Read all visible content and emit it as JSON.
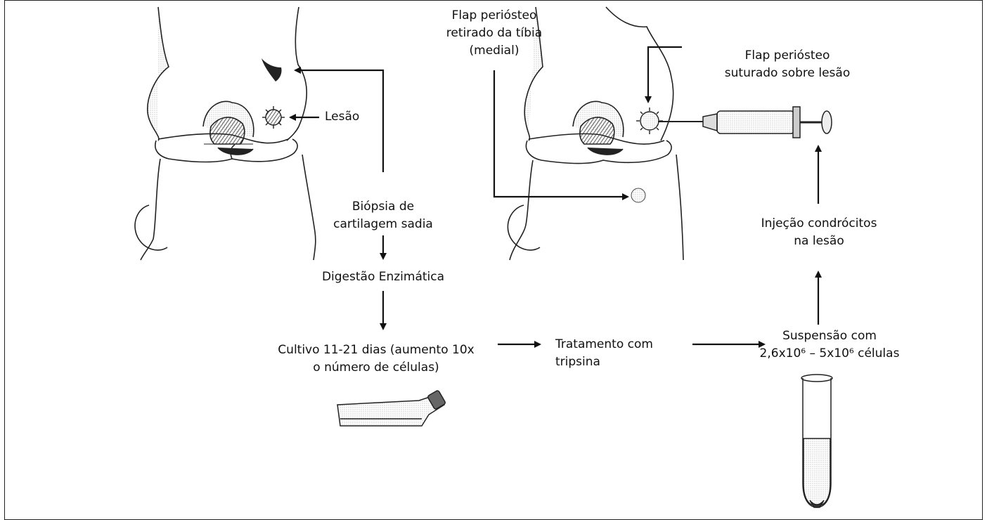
{
  "labels": {
    "lesion": "Lesão",
    "flap_removed": [
      "Flap periósteo",
      "retirado da tíbia",
      "(medial)"
    ],
    "flap_sutured": [
      "Flap periósteo",
      "suturado sobre lesão"
    ],
    "biopsy": [
      "Biópsia de",
      "cartilagem sadia"
    ],
    "digestion": "Digestão Enzimática",
    "culture": [
      "Cultivo 11-21 dias (aumento 10x",
      "o número de células)"
    ],
    "trypsin": [
      "Tratamento com",
      "tripsina"
    ],
    "suspension": [
      "Suspensão com",
      "2,6x10⁶ – 5x10⁶ células"
    ],
    "injection": [
      "Injeção condrócitos",
      "na lesão"
    ]
  }
}
